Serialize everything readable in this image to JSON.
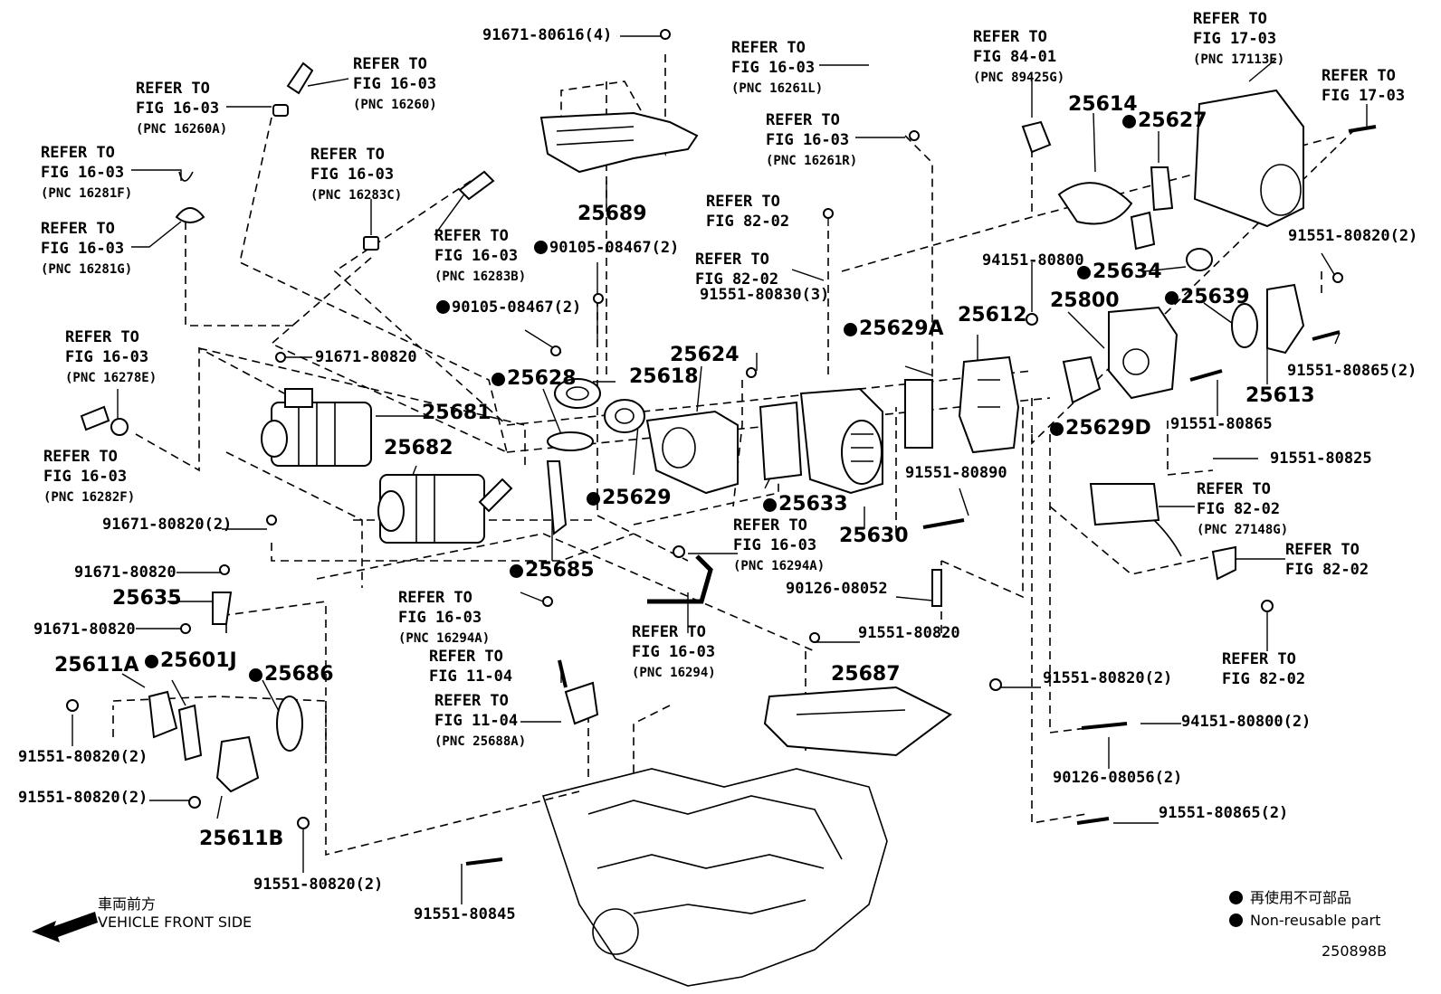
{
  "refer_callouts": [
    {
      "key": "r1",
      "lines": [
        "REFER TO",
        "FIG 16-03"
      ],
      "pnc": "(PNC 16260)"
    },
    {
      "key": "r2",
      "lines": [
        "REFER TO",
        "FIG 16-03"
      ],
      "pnc": "(PNC 16260A)"
    },
    {
      "key": "r3",
      "lines": [
        "REFER TO",
        "FIG 16-03"
      ],
      "pnc": "(PNC 16281F)"
    },
    {
      "key": "r4",
      "lines": [
        "REFER TO",
        "FIG 16-03"
      ],
      "pnc": "(PNC 16281G)"
    },
    {
      "key": "r5",
      "lines": [
        "REFER TO",
        "FIG 16-03"
      ],
      "pnc": "(PNC 16283C)"
    },
    {
      "key": "r6",
      "lines": [
        "REFER TO",
        "FIG 16-03"
      ],
      "pnc": "(PNC 16283B)"
    },
    {
      "key": "r7",
      "lines": [
        "REFER TO",
        "FIG 16-03"
      ],
      "pnc": "(PNC 16278E)"
    },
    {
      "key": "r8",
      "lines": [
        "REFER TO",
        "FIG 16-03"
      ],
      "pnc": "(PNC 16282F)"
    },
    {
      "key": "r9",
      "lines": [
        "REFER TO",
        "FIG 16-03"
      ],
      "pnc": "(PNC 16261L)"
    },
    {
      "key": "r10",
      "lines": [
        "REFER TO",
        "FIG 16-03"
      ],
      "pnc": "(PNC 16261R)"
    },
    {
      "key": "r11",
      "lines": [
        "REFER TO",
        "FIG 82-02"
      ],
      "pnc": ""
    },
    {
      "key": "r12",
      "lines": [
        "REFER TO",
        "FIG 82-02"
      ],
      "pnc": ""
    },
    {
      "key": "r13",
      "lines": [
        "REFER TO",
        "FIG 84-01"
      ],
      "pnc": "(PNC 89425G)"
    },
    {
      "key": "r14",
      "lines": [
        "REFER TO",
        "FIG 17-03"
      ],
      "pnc": "(PNC 17113E)"
    },
    {
      "key": "r15",
      "lines": [
        "REFER TO",
        "FIG 17-03"
      ],
      "pnc": ""
    },
    {
      "key": "r16",
      "lines": [
        "REFER TO",
        "FIG 16-03"
      ],
      "pnc": "(PNC 16294A)"
    },
    {
      "key": "r17",
      "lines": [
        "REFER TO",
        "FIG 16-03"
      ],
      "pnc": "(PNC 16294A)"
    },
    {
      "key": "r18",
      "lines": [
        "REFER TO",
        "FIG 16-03"
      ],
      "pnc": "(PNC 16294)"
    },
    {
      "key": "r19",
      "lines": [
        "REFER TO",
        "FIG 11-04"
      ],
      "pnc": ""
    },
    {
      "key": "r20",
      "lines": [
        "REFER TO",
        "FIG 11-04"
      ],
      "pnc": "(PNC 25688A)"
    },
    {
      "key": "r21",
      "lines": [
        "REFER TO",
        "FIG 82-02"
      ],
      "pnc": "(PNC 27148G)"
    },
    {
      "key": "r22",
      "lines": [
        "REFER TO",
        "FIG 82-02"
      ],
      "pnc": ""
    },
    {
      "key": "r23",
      "lines": [
        "REFER TO",
        "FIG 82-02"
      ],
      "pnc": ""
    }
  ],
  "part_numbers": [
    {
      "key": "p1",
      "text": "91671-80616(4)",
      "nonreusable": false
    },
    {
      "key": "p2",
      "text": "90105-08467(2)",
      "nonreusable": true
    },
    {
      "key": "p3",
      "text": "90105-08467(2)",
      "nonreusable": true
    },
    {
      "key": "p4",
      "text": "91671-80820",
      "nonreusable": false
    },
    {
      "key": "p5",
      "text": "91671-80820(2)",
      "nonreusable": false
    },
    {
      "key": "p6",
      "text": "91671-80820",
      "nonreusable": false
    },
    {
      "key": "p7",
      "text": "91671-80820",
      "nonreusable": false
    },
    {
      "key": "p8",
      "text": "91551-80830(3)",
      "nonreusable": false
    },
    {
      "key": "p9",
      "text": "94151-80800",
      "nonreusable": false
    },
    {
      "key": "p10",
      "text": "91551-80820(2)",
      "nonreusable": false
    },
    {
      "key": "p11",
      "text": "91551-80865(2)",
      "nonreusable": false
    },
    {
      "key": "p12",
      "text": "91551-80865",
      "nonreusable": false
    },
    {
      "key": "p13",
      "text": "91551-80825",
      "nonreusable": false
    },
    {
      "key": "p14",
      "text": "91551-80890",
      "nonreusable": false
    },
    {
      "key": "p15",
      "text": "90126-08052",
      "nonreusable": false
    },
    {
      "key": "p16",
      "text": "91551-80820",
      "nonreusable": false
    },
    {
      "key": "p17",
      "text": "91551-80820(2)",
      "nonreusable": false
    },
    {
      "key": "p18",
      "text": "94151-80800(2)",
      "nonreusable": false
    },
    {
      "key": "p19",
      "text": "90126-08056(2)",
      "nonreusable": false
    },
    {
      "key": "p20",
      "text": "91551-80865(2)",
      "nonreusable": false
    },
    {
      "key": "p21",
      "text": "91551-80845",
      "nonreusable": false
    },
    {
      "key": "p22",
      "text": "91551-80820(2)",
      "nonreusable": false
    },
    {
      "key": "p23",
      "text": "91551-80820(2)",
      "nonreusable": false
    },
    {
      "key": "p24",
      "text": "91551-80820(2)",
      "nonreusable": false
    }
  ],
  "pnc_labels": [
    {
      "key": "c1",
      "text": "25689",
      "nonreusable": false
    },
    {
      "key": "c2",
      "text": "25614",
      "nonreusable": false
    },
    {
      "key": "c3",
      "text": "25627",
      "nonreusable": true
    },
    {
      "key": "c4",
      "text": "25634",
      "nonreusable": true
    },
    {
      "key": "c5",
      "text": "25800",
      "nonreusable": false
    },
    {
      "key": "c6",
      "text": "25639",
      "nonreusable": true
    },
    {
      "key": "c7",
      "text": "25612",
      "nonreusable": false
    },
    {
      "key": "c8",
      "text": "25629A",
      "nonreusable": true
    },
    {
      "key": "c9",
      "text": "25613",
      "nonreusable": false
    },
    {
      "key": "c10",
      "text": "25629D",
      "nonreusable": true
    },
    {
      "key": "c11",
      "text": "25624",
      "nonreusable": false
    },
    {
      "key": "c12",
      "text": "25618",
      "nonreusable": false
    },
    {
      "key": "c13",
      "text": "25628",
      "nonreusable": true
    },
    {
      "key": "c14",
      "text": "25681",
      "nonreusable": false
    },
    {
      "key": "c15",
      "text": "25682",
      "nonreusable": false
    },
    {
      "key": "c16",
      "text": "25629",
      "nonreusable": true
    },
    {
      "key": "c17",
      "text": "25633",
      "nonreusable": true
    },
    {
      "key": "c18",
      "text": "25630",
      "nonreusable": false
    },
    {
      "key": "c19",
      "text": "25685",
      "nonreusable": true
    },
    {
      "key": "c20",
      "text": "25635",
      "nonreusable": false
    },
    {
      "key": "c21",
      "text": "25611A",
      "nonreusable": false
    },
    {
      "key": "c22",
      "text": "25601J",
      "nonreusable": true
    },
    {
      "key": "c23",
      "text": "25686",
      "nonreusable": true
    },
    {
      "key": "c24",
      "text": "25687",
      "nonreusable": false
    },
    {
      "key": "c25",
      "text": "25611B",
      "nonreusable": false
    }
  ],
  "front_indicator": {
    "japanese": "車両前方",
    "english": "VEHICLE FRONT SIDE"
  },
  "legend": {
    "japanese": "再使用不可部品",
    "english": "Non-reusable part"
  },
  "figure_id": "250898B"
}
